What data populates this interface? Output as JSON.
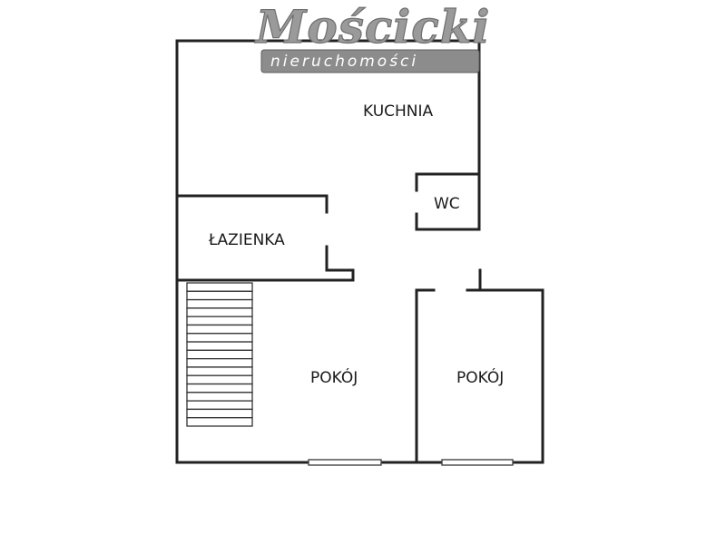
{
  "logo": {
    "name": "Mościcki",
    "tagline": "nieruchomości"
  },
  "rooms": {
    "kitchen": "KUCHNIA",
    "wc": "WC",
    "bathroom": "ŁAZIENKA",
    "room_large": "POKÓJ",
    "room_small": "POKÓJ"
  },
  "colors": {
    "walls": "#222222",
    "logo": "#9a9a9a",
    "background": "#ffffff"
  }
}
